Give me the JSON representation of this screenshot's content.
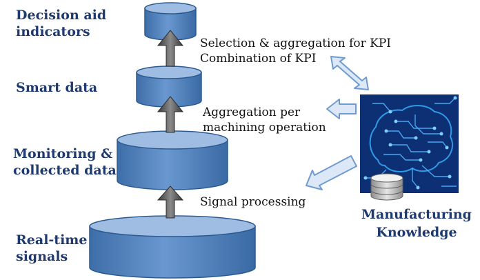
{
  "levels": {
    "decision": "Decision aid\nindicators",
    "smart": "Smart data",
    "monitoring": "Monitoring &\ncollected data",
    "realtime": "Real-time\nsignals"
  },
  "processes": {
    "kpi": "Selection & aggregation for KPI\nCombination of KPI",
    "aggregation": "Aggregation per\nmachining operation",
    "signal": "Signal processing"
  },
  "knowledge": {
    "title": "Manufacturing\nKnowledge",
    "image_icon": "brain-circuit-icon",
    "db_icon": "database-icon"
  },
  "colors": {
    "cylinder_fill": "#4f81bd",
    "cylinder_top": "#9fbde3",
    "cylinder_edge": "#2c5a8f",
    "label_blue": "#1f3a6e",
    "arrow_fill": "#5a5a5a",
    "callout_fill": "#dce8f7",
    "callout_edge": "#6f9bd1",
    "brain_bg": "#0b2c6b"
  }
}
